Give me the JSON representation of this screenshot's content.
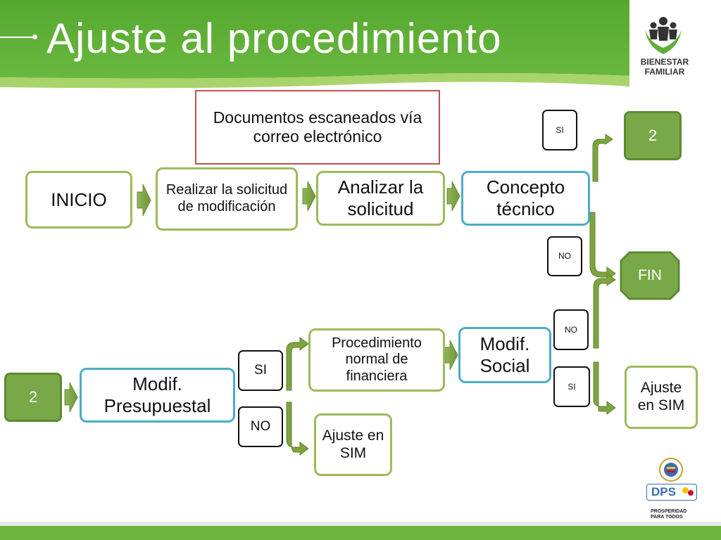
{
  "header": {
    "title": "Ajuste al procedimiento"
  },
  "logo": {
    "line1": "BIENESTAR",
    "line2": "FAMILIAR"
  },
  "dps": {
    "label": "DPS",
    "slogan_line1": "PROSPERIDAD",
    "slogan_line2": "PARA TODOS"
  },
  "note": {
    "text": "Documentos escaneados vía correo electrónico"
  },
  "nodes": {
    "inicio": "INICIO",
    "realizar": "Realizar la solicitud de modificación",
    "analizar": "Analizar la solicitud",
    "concepto": "Concepto técnico",
    "dos_top": "2",
    "fin": "FIN",
    "dos_left": "2",
    "presupuestal": "Modif. Presupuestal",
    "procedimiento": "Procedimiento normal de financiera",
    "ajuste_bottom": "Ajuste en SIM",
    "social": "Modif. Social",
    "ajuste_right": "Ajuste en SIM"
  },
  "decisions": {
    "si_top": "SI",
    "no_top": "NO",
    "no_mid": "NO",
    "si_mid": "SI",
    "si_low": "SI",
    "no_low": "NO"
  },
  "colors": {
    "header_green": "#5fae3a",
    "node_green": "#9bbb59",
    "node_blue": "#4bacc6",
    "note_red": "#c0504d",
    "arrow_green": "#7a9e3c"
  }
}
